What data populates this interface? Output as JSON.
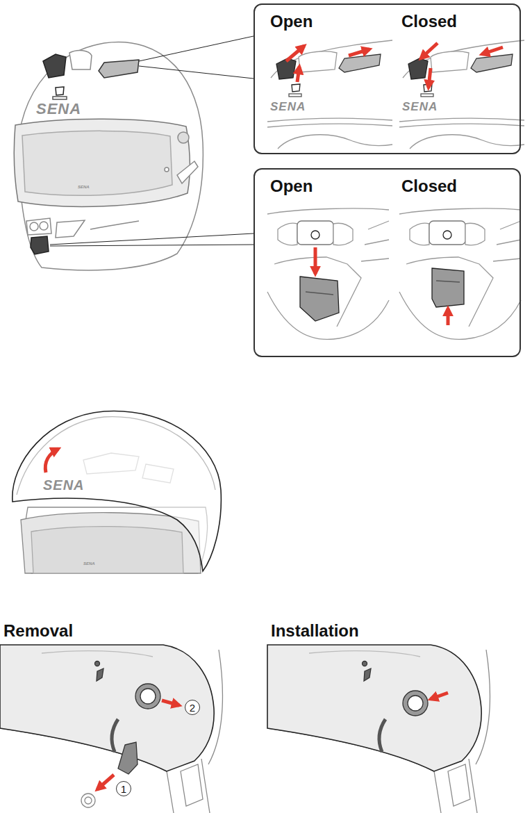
{
  "diagram": {
    "nodes": [
      {
        "text": [
          "Open",
          "Closed"
        ]
      },
      {
        "text": [
          "Open",
          "Closed"
        ]
      },
      {
        "text": [
          "2"
        ]
      },
      {
        "text": [
          "1"
        ]
      }
    ],
    "labels": [
      "SENA",
      "SENA",
      "SENA",
      "SENA",
      "SENA",
      "SENA",
      "Removal",
      "Installation"
    ]
  }
}
